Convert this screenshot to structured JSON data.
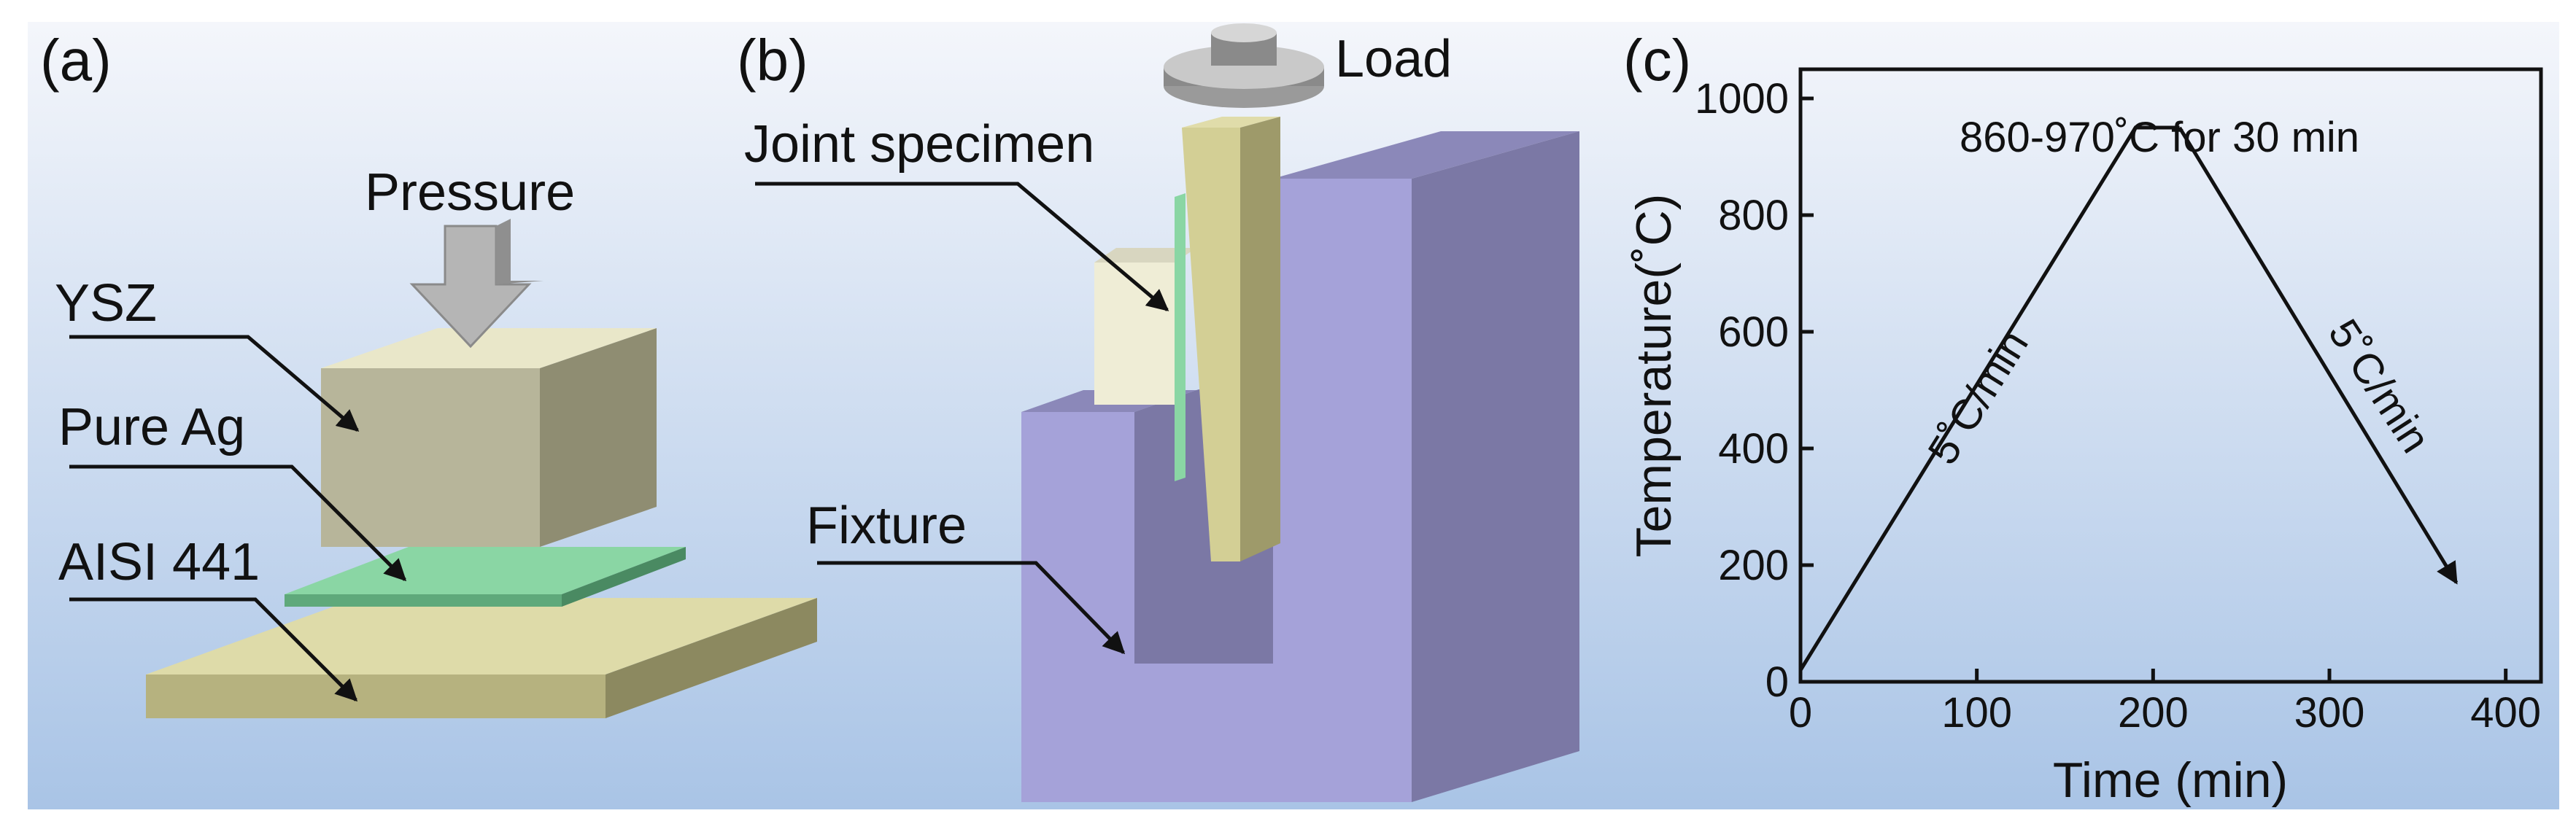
{
  "panels": {
    "a": {
      "letter": "(a)",
      "labels": {
        "pressure": "Pressure",
        "ysz": "YSZ",
        "pure_ag": "Pure Ag",
        "aisi": "AISI 441"
      }
    },
    "b": {
      "letter": "(b)",
      "labels": {
        "load": "Load",
        "joint": "Joint specimen",
        "fixture": "Fixture"
      }
    },
    "c": {
      "letter": "(c)"
    }
  },
  "chart_data": {
    "type": "line",
    "xlabel": "Time (min)",
    "ylabel": "Temperature(˚C)",
    "xlim": [
      0,
      420
    ],
    "ylim": [
      0,
      1050
    ],
    "x_ticks": [
      0,
      100,
      200,
      300,
      400
    ],
    "y_ticks": [
      0,
      200,
      400,
      600,
      800,
      1000
    ],
    "series": [
      {
        "x": [
          0,
          190,
          215
        ],
        "y": [
          20,
          950,
          950
        ],
        "color": "#111111"
      }
    ],
    "cooling_arrow": {
      "from": [
        215,
        950
      ],
      "to": [
        372,
        170
      ]
    },
    "annotations": {
      "hold": "860-970˚C for 30 min",
      "heating_rate": "5˚C/min",
      "cooling_rate": "5˚C/min"
    },
    "grid": false,
    "legend": "none"
  },
  "colors": {
    "background_top": "#f4f6fb",
    "background_bottom": "#a9c4e6",
    "ysz": "#b7b59a",
    "silver_foil": "#8ad6a4",
    "steel": "#d3cf95",
    "fixture_front": "#a5a2d9",
    "fixture_side": "#7b78a5",
    "arrow_grey": "#b5b5b5"
  }
}
